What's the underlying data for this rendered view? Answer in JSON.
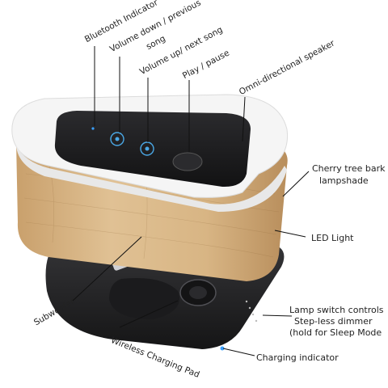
{
  "labels": {
    "bluetooth": "Bluetooth Indicator",
    "volume_down_line1": "Volume down / previous",
    "volume_down_line2": "song",
    "volume_up": "Volume up/ next song",
    "play_pause": "Play / pause",
    "speaker": "Omni-directional speaker",
    "lampshade_line1": "Cherry tree bark",
    "lampshade_line2": "lampshade",
    "led_light": "LED Light",
    "lamp_switch_line1": "Lamp switch controls",
    "lamp_switch_line2": "Step-less dimmer",
    "lamp_switch_line3": "(hold for Sleep Mode",
    "subwoofer": "Subwoofer",
    "wireless_pad": "Wireless Charging Pad",
    "charging_indicator": "Charging indicator"
  },
  "colors": {
    "wood": "#d7b384",
    "top_white": "#f4f4f4",
    "panel_black": "#1f1f21",
    "button_blue": "#4aa8e6",
    "base_black": "#222224",
    "charging_light": "#3aa0ff"
  }
}
